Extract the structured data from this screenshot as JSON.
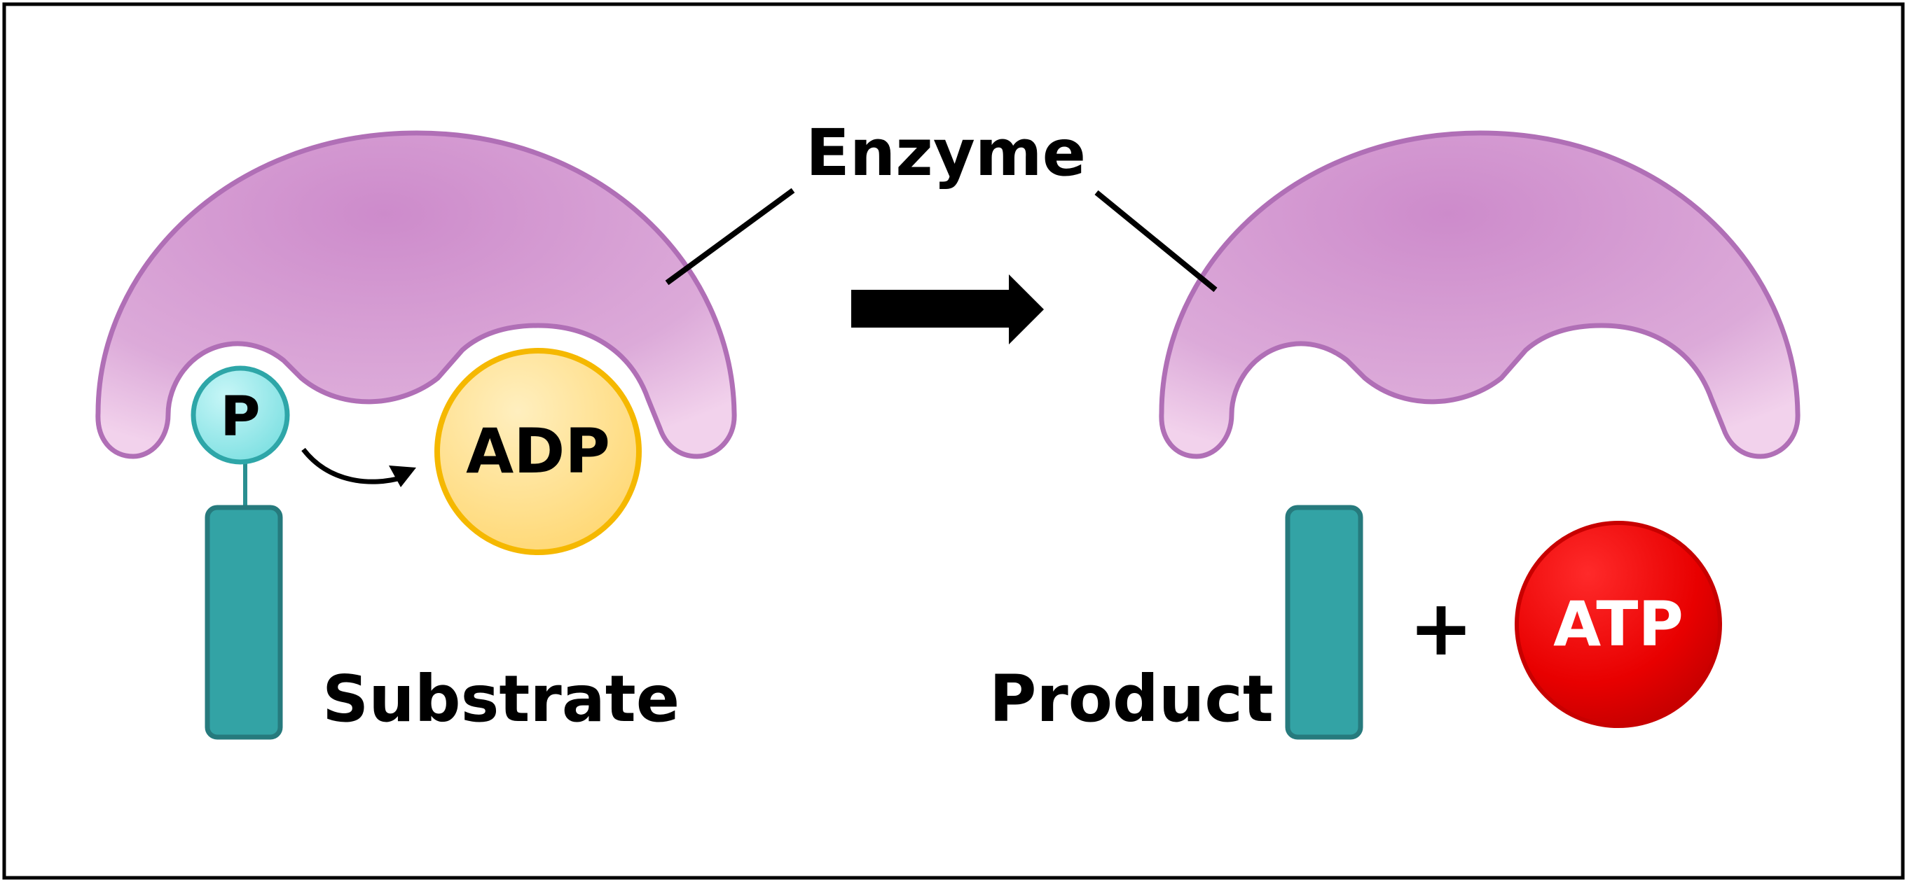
{
  "labels": {
    "enzyme": "Enzyme",
    "substrate": "Substrate",
    "product": "Product",
    "phosphate": "P",
    "adp": "ADP",
    "atp": "ATP",
    "plus": "+"
  },
  "colors": {
    "border": "#000000",
    "enzyme_fill": "#d497d1",
    "enzyme_fill_light": "#eec7e6",
    "enzyme_stroke": "#b06fb6",
    "substrate_fill": "#33a3a5",
    "substrate_stroke": "#267a7d",
    "phosphate_fill": "#8fe3e6",
    "phosphate_stroke": "#2ea6a8",
    "adp_fill": "#ffd978",
    "adp_stroke": "#f5b800",
    "atp_fill": "#f10000",
    "atp_dark": "#b30000",
    "arrow": "#000000",
    "text": "#000000",
    "atp_text": "#ffffff"
  }
}
